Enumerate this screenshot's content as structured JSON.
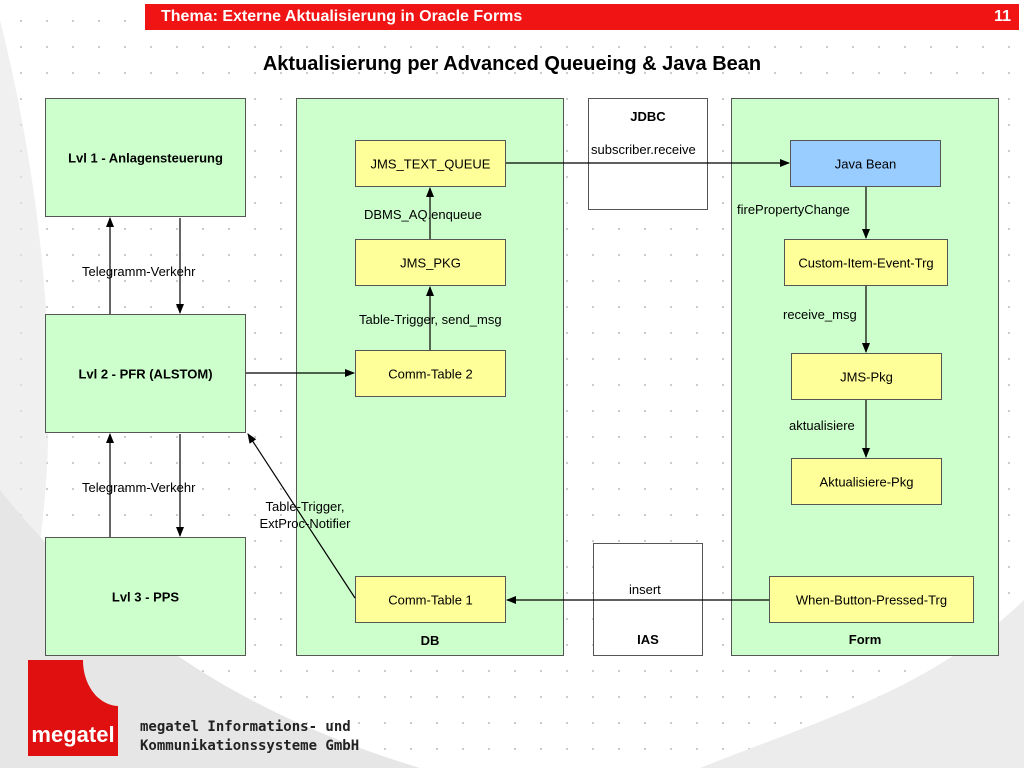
{
  "header": {
    "title": "Thema: Externe Aktualisierung in Oracle Forms",
    "page_number": "11"
  },
  "main_title": "Aktualisierung per Advanced Queueing & Java Bean",
  "levels": {
    "lvl1": "Lvl 1 - Anlagensteuerung",
    "lvl2": "Lvl 2 - PFR (ALSTOM)",
    "lvl3": "Lvl 3 - PPS",
    "telegram_upper": "Telegramm-Verkehr",
    "telegram_lower": "Telegramm-Verkehr"
  },
  "db": {
    "title": "DB",
    "jms_text_queue": "JMS_TEXT_QUEUE",
    "enqueue": "DBMS_AQ.enqueue",
    "jms_pkg": "JMS_PKG",
    "table_trigger_send": "Table-Trigger, send_msg",
    "comm_table_2": "Comm-Table 2",
    "comm_table_1": "Comm-Table 1"
  },
  "notifier": {
    "line1": "Table-Trigger,",
    "line2": "ExtProc-Notifier"
  },
  "jdbc": {
    "title": "JDBC",
    "receive": "subscriber.receive"
  },
  "ias": {
    "title": "IAS",
    "insert": "insert"
  },
  "form": {
    "title": "Form",
    "java_bean": "Java Bean",
    "fire_property_change": "firePropertyChange",
    "custom_item_event": "Custom-Item-Event-Trg",
    "receive_msg": "receive_msg",
    "jms_pkg": "JMS-Pkg",
    "aktualisiere": "aktualisiere",
    "aktualisiere_pkg": "Aktualisiere-Pkg",
    "when_button_pressed": "When-Button-Pressed-Trg"
  },
  "footer": {
    "logo_text": "megatel",
    "company_line1": "megatel Informations- und",
    "company_line2": "Kommunikationssysteme GmbH"
  },
  "colors": {
    "header_red": "#f01414",
    "green_box": "#ccffcc",
    "yellow_box": "#ffff99",
    "blue_box": "#99ccff"
  }
}
